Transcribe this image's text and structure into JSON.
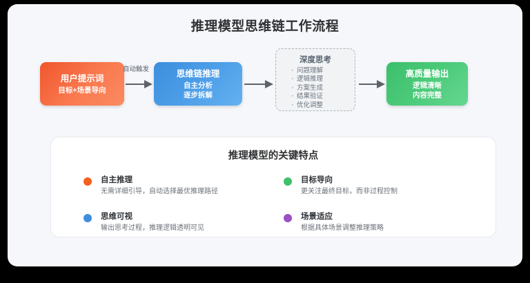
{
  "page": {
    "title": "推理模型思维链工作流程",
    "background": "#f5f7fa"
  },
  "flow": {
    "nodes": [
      {
        "id": "prompt",
        "title": "用户提示词",
        "subtitles": [
          "目标+场景导向"
        ],
        "color": "#f0562d",
        "style": "gradient-orange"
      },
      {
        "id": "cot",
        "title": "思维链推理",
        "subtitles": [
          "自主分析",
          "逐步拆解"
        ],
        "color": "#4c9ee8",
        "style": "gradient-blue"
      },
      {
        "id": "deep",
        "title": "深度思考",
        "items": [
          "问题理解",
          "逻辑推理",
          "方案生成",
          "结果验证",
          "优化调整"
        ],
        "color": "#aab4bd",
        "style": "dashed-gray"
      },
      {
        "id": "output",
        "title": "高质量输出",
        "subtitles": [
          "逻辑清晰",
          "内容完整"
        ],
        "color": "#4ccb7b",
        "style": "gradient-green"
      }
    ],
    "arrows": [
      {
        "id": "arrow-1",
        "label": "自动触发"
      },
      {
        "id": "arrow-2",
        "label": ""
      },
      {
        "id": "arrow-3",
        "label": ""
      }
    ],
    "arrow_color": "#5d6368"
  },
  "card": {
    "title": "推理模型的关键特点",
    "features": [
      {
        "title": "自主推理",
        "desc": "无需详细引导，自动选择最优推理路径",
        "color": "#f4601f"
      },
      {
        "title": "目标导向",
        "desc": "更关注最终目标，而非过程控制",
        "color": "#3fc06a"
      },
      {
        "title": "思维可视",
        "desc": "输出思考过程，推理逻辑透明可见",
        "color": "#3f8ede"
      },
      {
        "title": "场景适应",
        "desc": "根据具体场景调整推理策略",
        "color": "#9b4fc4"
      }
    ]
  }
}
